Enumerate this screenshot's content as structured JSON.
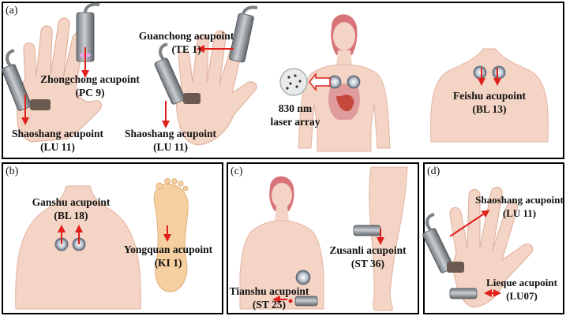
{
  "colors": {
    "skin": "#f4d4c4",
    "skin_dark": "#e9b8a6",
    "hair": "#d9737a",
    "arrow": "#e0201b",
    "frame": "#000000",
    "device": "#8d9296",
    "sole": "#f6cfa0"
  },
  "panels": {
    "a": {
      "label": "(a)",
      "labels": {
        "zhongchong": {
          "name": "Zhongchong acupoint",
          "code": "(PC 9)"
        },
        "shaoshang_left": {
          "name": "Shaoshang acupoint",
          "code": "(LU 11)"
        },
        "guanchong": {
          "name": "Guanchong acupoint",
          "code": "(TE 1)"
        },
        "shaoshang_right": {
          "name": "Shaoshang acupoint",
          "code": "(LU 11)"
        },
        "laser": {
          "name": "830 nm",
          "code": "laser array"
        },
        "feishu": {
          "name": "Feishu acupoint",
          "code": "(BL 13)"
        }
      }
    },
    "b": {
      "label": "(b)",
      "labels": {
        "ganshu": {
          "name": "Ganshu acupoint",
          "code": "(BL 18)"
        },
        "yongquan": {
          "name": "Yongquan acupoint",
          "code": "(KI 1)"
        }
      }
    },
    "c": {
      "label": "(c)",
      "labels": {
        "zusanli": {
          "name": "Zusanli acupoint",
          "code": "(ST 36)"
        },
        "tianshu": {
          "name": "Tianshu acupoint",
          "code": "(ST 25)"
        }
      }
    },
    "d": {
      "label": "(d)",
      "labels": {
        "shaoshang": {
          "name": "Shaoshang acupoint",
          "code": "(LU 11)"
        },
        "lieque": {
          "name": "Lieque acupoint",
          "code": "(LU07)"
        }
      }
    }
  }
}
